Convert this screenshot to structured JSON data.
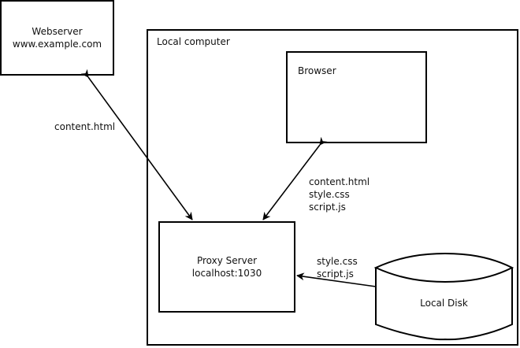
{
  "nodes": {
    "webserver": {
      "title": "Webserver",
      "subtitle": "www.example.com"
    },
    "local_computer": {
      "title": "Local computer"
    },
    "browser": {
      "title": "Browser"
    },
    "proxy": {
      "title": "Proxy Server",
      "subtitle": "localhost:1030"
    },
    "local_disk": {
      "title": "Local Disk"
    }
  },
  "edges": {
    "webserver_proxy": {
      "label": "content.html"
    },
    "browser_proxy": {
      "labels": [
        "content.html",
        "style.css",
        "script.js"
      ]
    },
    "disk_proxy": {
      "labels": [
        "style.css",
        "script.js"
      ]
    }
  }
}
